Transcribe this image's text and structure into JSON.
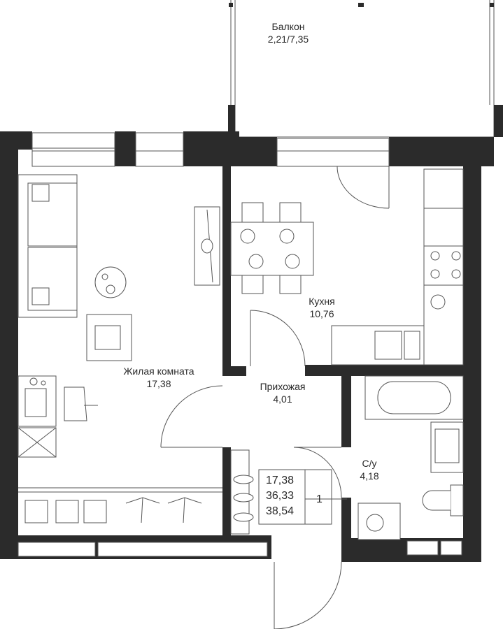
{
  "rooms": {
    "balcony": {
      "name": "Балкон",
      "area": "2,21/7,35"
    },
    "living": {
      "name": "Жилая комната",
      "area": "17,38"
    },
    "kitchen": {
      "name": "Кухня",
      "area": "10,76"
    },
    "hallway": {
      "name": "Прихожая",
      "area": "4,01"
    },
    "bathroom": {
      "name": "С/у",
      "area": "4,18"
    }
  },
  "summary": {
    "living_area": "17,38",
    "area_without_balcony": "36,33",
    "total_area": "38,54",
    "room_count": "1"
  },
  "colors": {
    "wall": "#2b2b2b",
    "line": "#555555",
    "furniture_fill": "#ffffff",
    "background": "#ffffff"
  }
}
